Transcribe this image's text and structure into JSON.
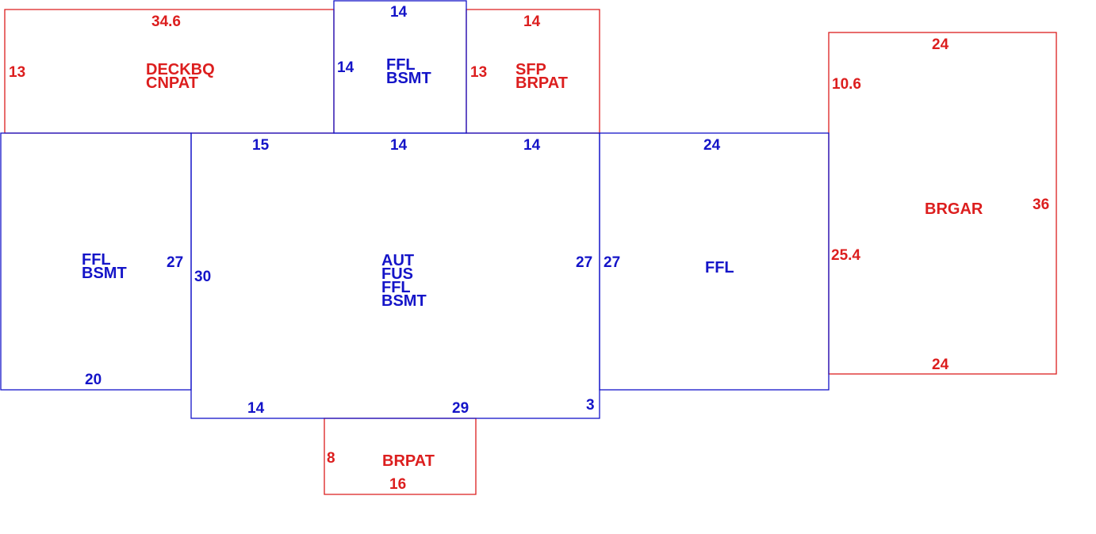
{
  "colors": {
    "main_structure": "#1414c8",
    "exterior_feature": "#dc1e1e",
    "background": "#ffffff"
  },
  "sections": {
    "deck": {
      "codes": [
        "DECKBQ",
        "CNPAT"
      ],
      "dims": {
        "top": "34.6",
        "left": "13"
      }
    },
    "upper_middle": {
      "codes": [
        "FFL",
        "BSMT"
      ],
      "dims": {
        "top": "14",
        "left": "14"
      }
    },
    "sun_porch": {
      "codes": [
        "SFP",
        "BRPAT"
      ],
      "dims": {
        "top": "14",
        "left": "13"
      }
    },
    "garage": {
      "codes": [
        "BRGAR"
      ],
      "dims": {
        "top": "24",
        "left_upper": "10.6",
        "left_lower": "25.4",
        "right": "36",
        "bottom": "24"
      }
    },
    "left_wing": {
      "codes": [
        "FFL",
        "BSMT"
      ],
      "dims": {
        "right": "27",
        "bottom": "20"
      }
    },
    "main": {
      "codes": [
        "AUT",
        "FUS",
        "FFL",
        "BSMT"
      ],
      "dims": {
        "top_1": "15",
        "top_2": "14",
        "top_3": "14",
        "left": "30",
        "right": "27",
        "bottom_1": "14",
        "bottom_2": "29",
        "bottom_3": "3"
      }
    },
    "right_wing": {
      "codes": [
        "FFL"
      ],
      "dims": {
        "top": "24",
        "left": "27"
      }
    },
    "rear_patio": {
      "codes": [
        "BRPAT"
      ],
      "dims": {
        "left": "8",
        "bottom": "16"
      }
    }
  }
}
